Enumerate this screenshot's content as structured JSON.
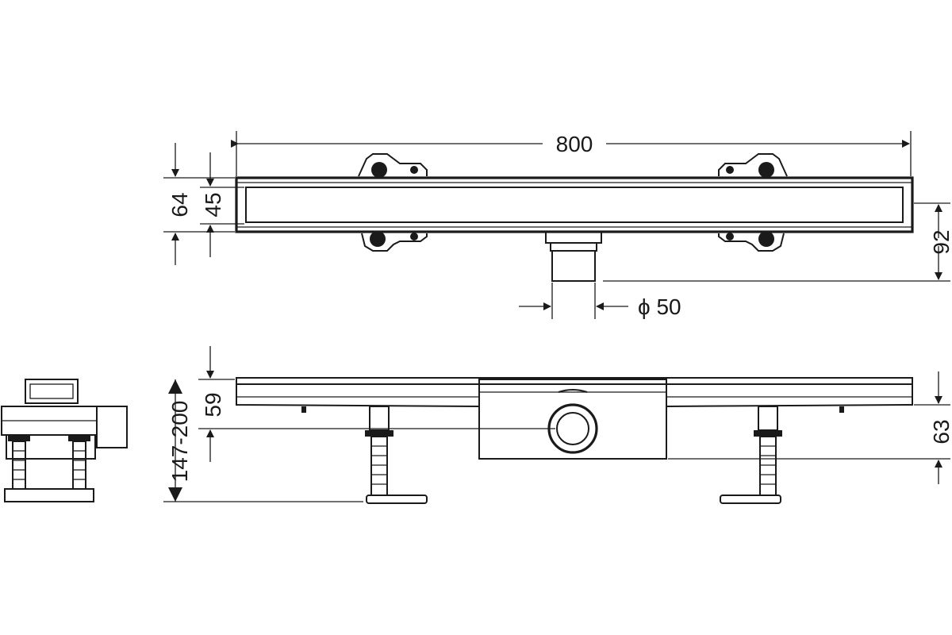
{
  "drawing": {
    "dimensions": {
      "length": "800",
      "height_outer": "64",
      "height_inner": "45",
      "depth": "92",
      "outlet_diameter": "ϕ  50",
      "outlet_height": "59",
      "adjust_range": "147-200",
      "body_height": "63"
    }
  }
}
